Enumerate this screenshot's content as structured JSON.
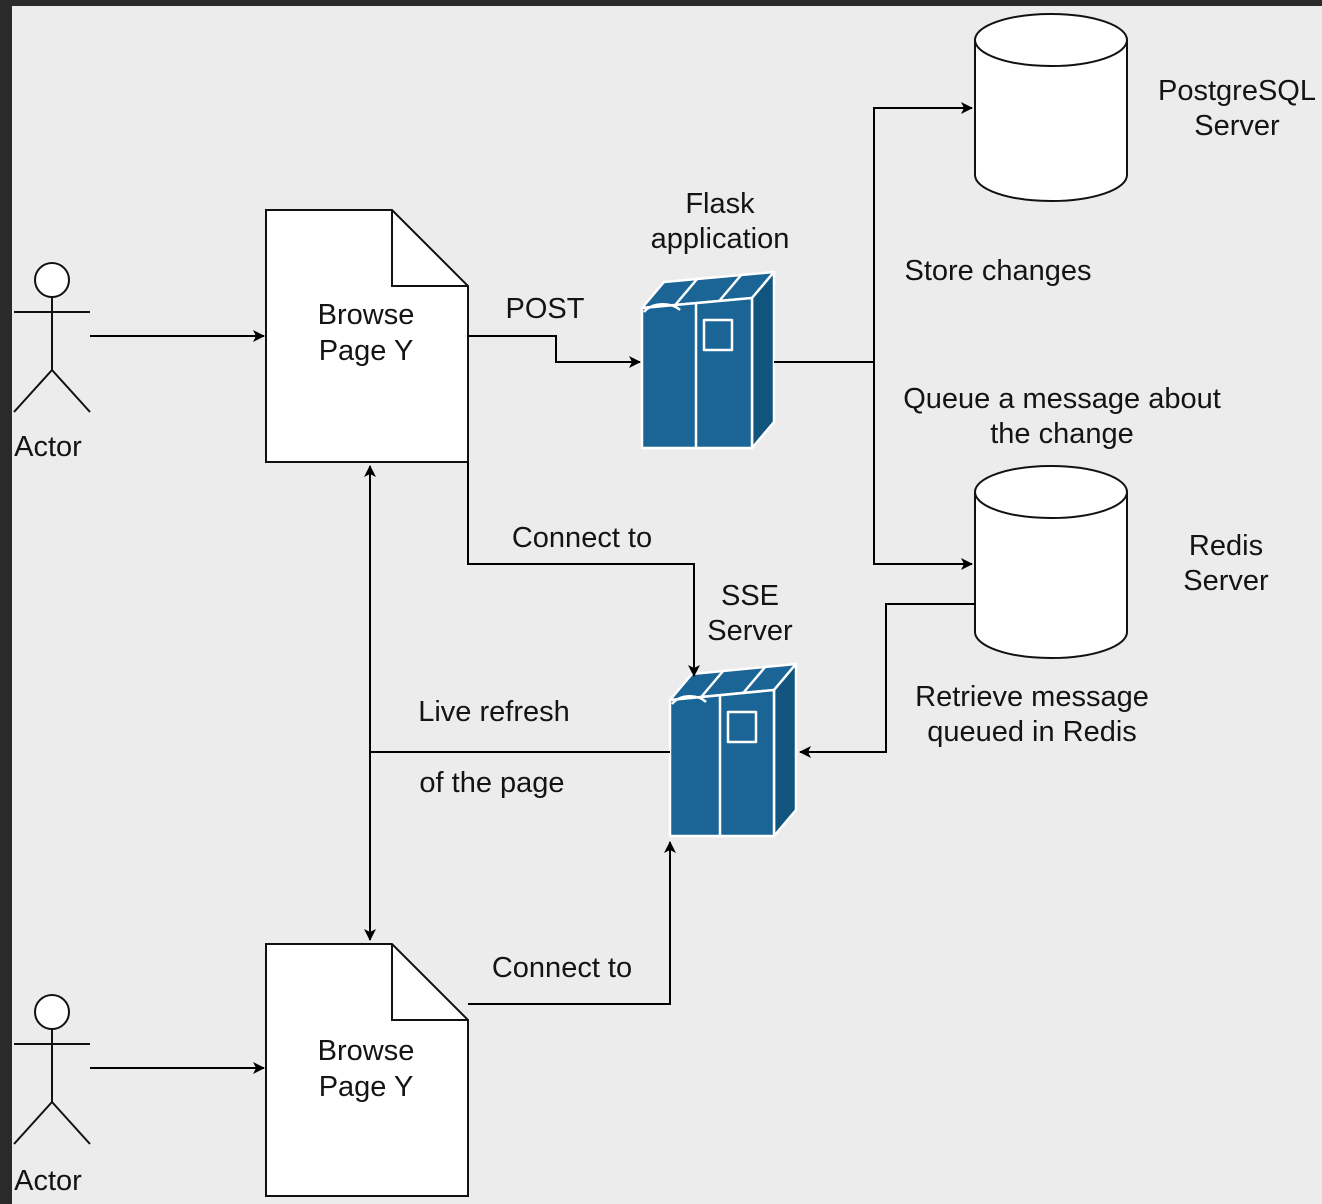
{
  "diagram": {
    "actors": [
      {
        "id": "actor-top",
        "label": "Actor"
      },
      {
        "id": "actor-bottom",
        "label": "Actor"
      }
    ],
    "pages": [
      {
        "id": "page-top",
        "label_line1": "Browse",
        "label_line2": "Page Y"
      },
      {
        "id": "page-bottom",
        "label_line1": "Browse",
        "label_line2": "Page Y"
      }
    ],
    "servers": {
      "flask": {
        "label_line1": "Flask",
        "label_line2": "application"
      },
      "sse": {
        "label_line1": "SSE",
        "label_line2": "Server"
      }
    },
    "databases": {
      "postgres": {
        "label_line1": "PostgreSQL",
        "label_line2": "Server"
      },
      "redis": {
        "label_line1": "Redis",
        "label_line2": "Server"
      }
    },
    "edge_labels": {
      "post": "POST",
      "store_changes": "Store changes",
      "queue_line1": "Queue a message about",
      "queue_line2": "the change",
      "connect_top": "Connect to",
      "connect_bottom": "Connect to",
      "retrieve_line1": "Retrieve message",
      "retrieve_line2": "queued in Redis",
      "live_refresh_line1": "Live refresh",
      "live_refresh_line2": "of the page"
    },
    "colors": {
      "background": "#ececec",
      "frame": "#2a2a2a",
      "server_fill": "#1a6496",
      "server_stroke": "#ffffff",
      "line": "#000000",
      "shape_fill": "#ffffff"
    }
  }
}
